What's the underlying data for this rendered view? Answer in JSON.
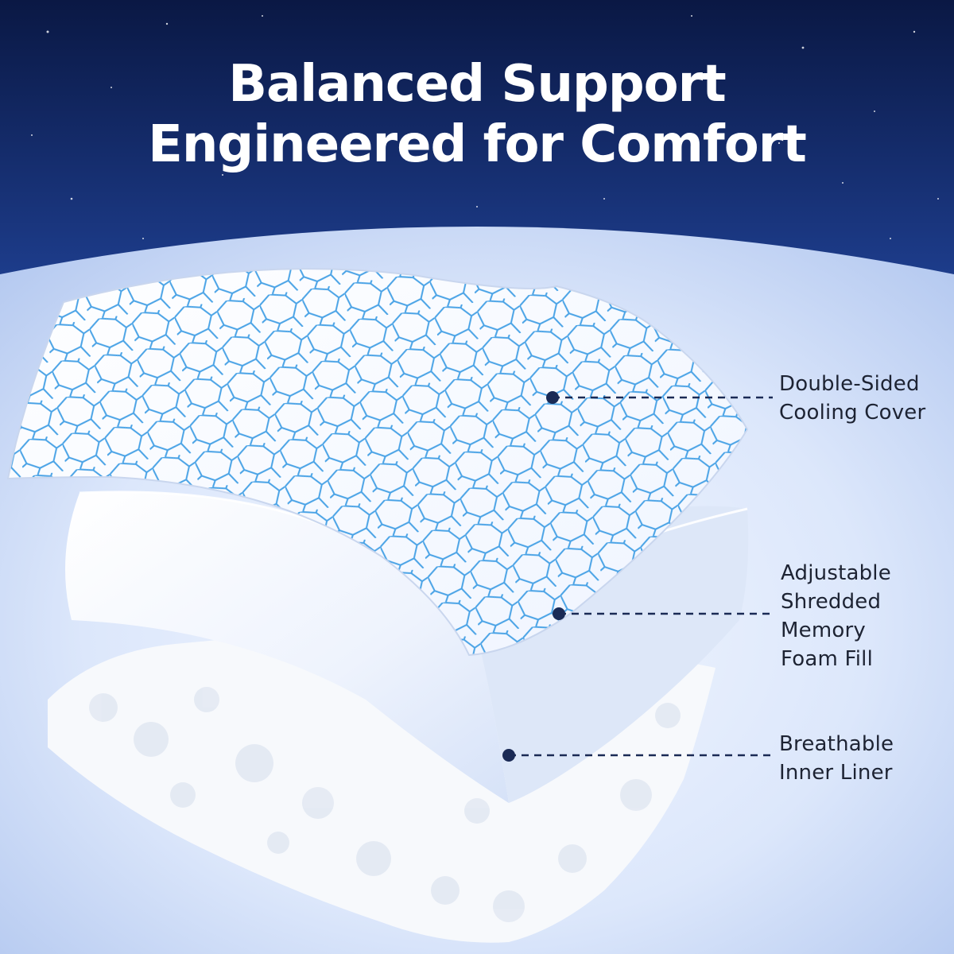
{
  "headline": {
    "line1": "Balanced Support",
    "line2": "Engineered for Comfort"
  },
  "callouts": [
    {
      "lines": [
        "Double-Sided",
        "Cooling Cover"
      ]
    },
    {
      "lines": [
        "Adjustable",
        "Shredded",
        "Memory",
        "Foam Fill"
      ]
    },
    {
      "lines": [
        "Breathable",
        "Inner Liner"
      ]
    }
  ],
  "colors": {
    "sky_top": "#0b1b4a",
    "sky_bottom": "#1f3f8f",
    "background_light": "#dfe8fb",
    "pattern_blue": "#4aa3e6",
    "marker_navy": "#1a2a55"
  }
}
